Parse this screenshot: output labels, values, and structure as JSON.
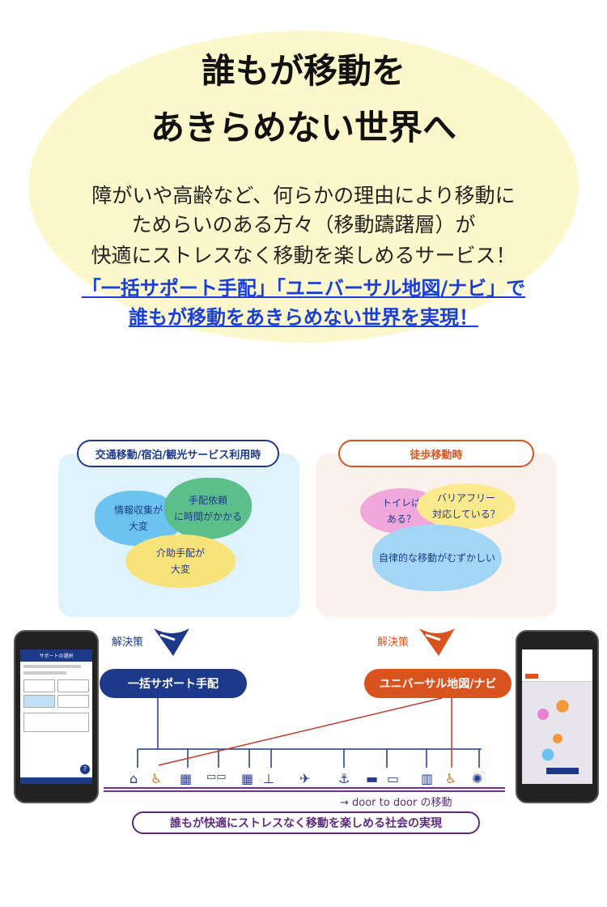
{
  "hero": {
    "title_line1": "誰もが移動を",
    "title_line2": "あきらめない世界へ",
    "body_lines": [
      "障がいや高齢など、何らかの理由により移動に",
      "ためらいのある方々（移動躊躇層）が",
      "快適にストレスなく移動を楽しめるサービス！"
    ],
    "link_lines": [
      "「一括サポート手配」「ユニバーサル地図/ナビ」で",
      "誰もが移動をあきらめない世界を実現！"
    ]
  },
  "left_panel": {
    "label": "交通移動/宿泊/観光サービス利用時",
    "issues": [
      "情報収集が\n大変",
      "手配依頼\nに時間がかかる",
      "介助手配が\n大変"
    ]
  },
  "right_panel": {
    "label": "徒歩移動時",
    "issues": [
      "トイレは\nある？",
      "バリアフリー\n対応している？",
      "自律的な移動がむずかしい"
    ]
  },
  "solution_label": "解決策",
  "solutions": {
    "left": "一括サポート手配",
    "right": "ユニバーサル地図/ナビ"
  },
  "door_to_door": "→ door to door の移動",
  "goal": "誰もが快適にストレスなく移動を楽しめる社会の実現",
  "left_phone": {
    "header": "サポートの選択",
    "help": "?"
  },
  "colors": {
    "navy": "#1d3a8a",
    "orange": "#d9531e",
    "purple": "#5e2a7e",
    "link": "#1a3fd9"
  }
}
